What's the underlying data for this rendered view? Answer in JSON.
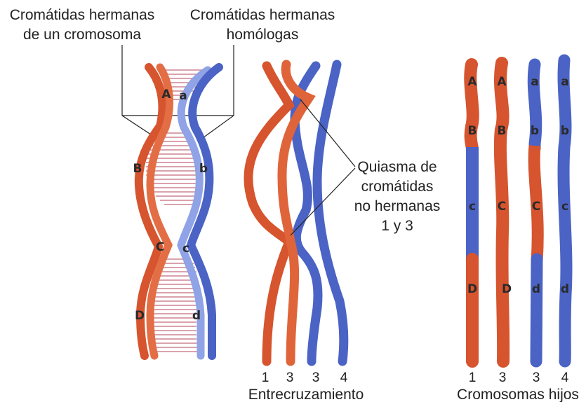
{
  "labels": {
    "sister_chromatids_line1": "Cromátidas hermanas",
    "sister_chromatids_line2": "de un cromosoma",
    "homologous_line1": "Cromátidas hermanas",
    "homologous_line2": "homólogas",
    "chiasma_line1": "Quiasma de",
    "chiasma_line2": "cromátidas",
    "chiasma_line3": "no hermanas",
    "chiasma_line4": "1 y 3",
    "crossing_over": "Entrecruzamiento",
    "daughter_chromosomes": "Cromosomas hijos"
  },
  "panel1_genes": {
    "red": [
      "A",
      "B",
      "C",
      "D"
    ],
    "blue": [
      "a",
      "b",
      "c",
      "d"
    ]
  },
  "panel2_numbers": [
    "1",
    "3",
    "3",
    "4"
  ],
  "panel3": {
    "numbers": [
      "1",
      "3",
      "3",
      "4"
    ],
    "chromosome1": [
      "A",
      "B",
      "c",
      "D"
    ],
    "chromosome2": [
      "A",
      "B",
      "C",
      "D"
    ],
    "chromosome3": [
      "a",
      "b",
      "C",
      "d"
    ],
    "chromosome4": [
      "a",
      "b",
      "c",
      "d"
    ]
  },
  "colors": {
    "red_chromatid": "#dc5a34",
    "blue_chromatid": "#4a63c4",
    "rung": "#c46a7a"
  }
}
